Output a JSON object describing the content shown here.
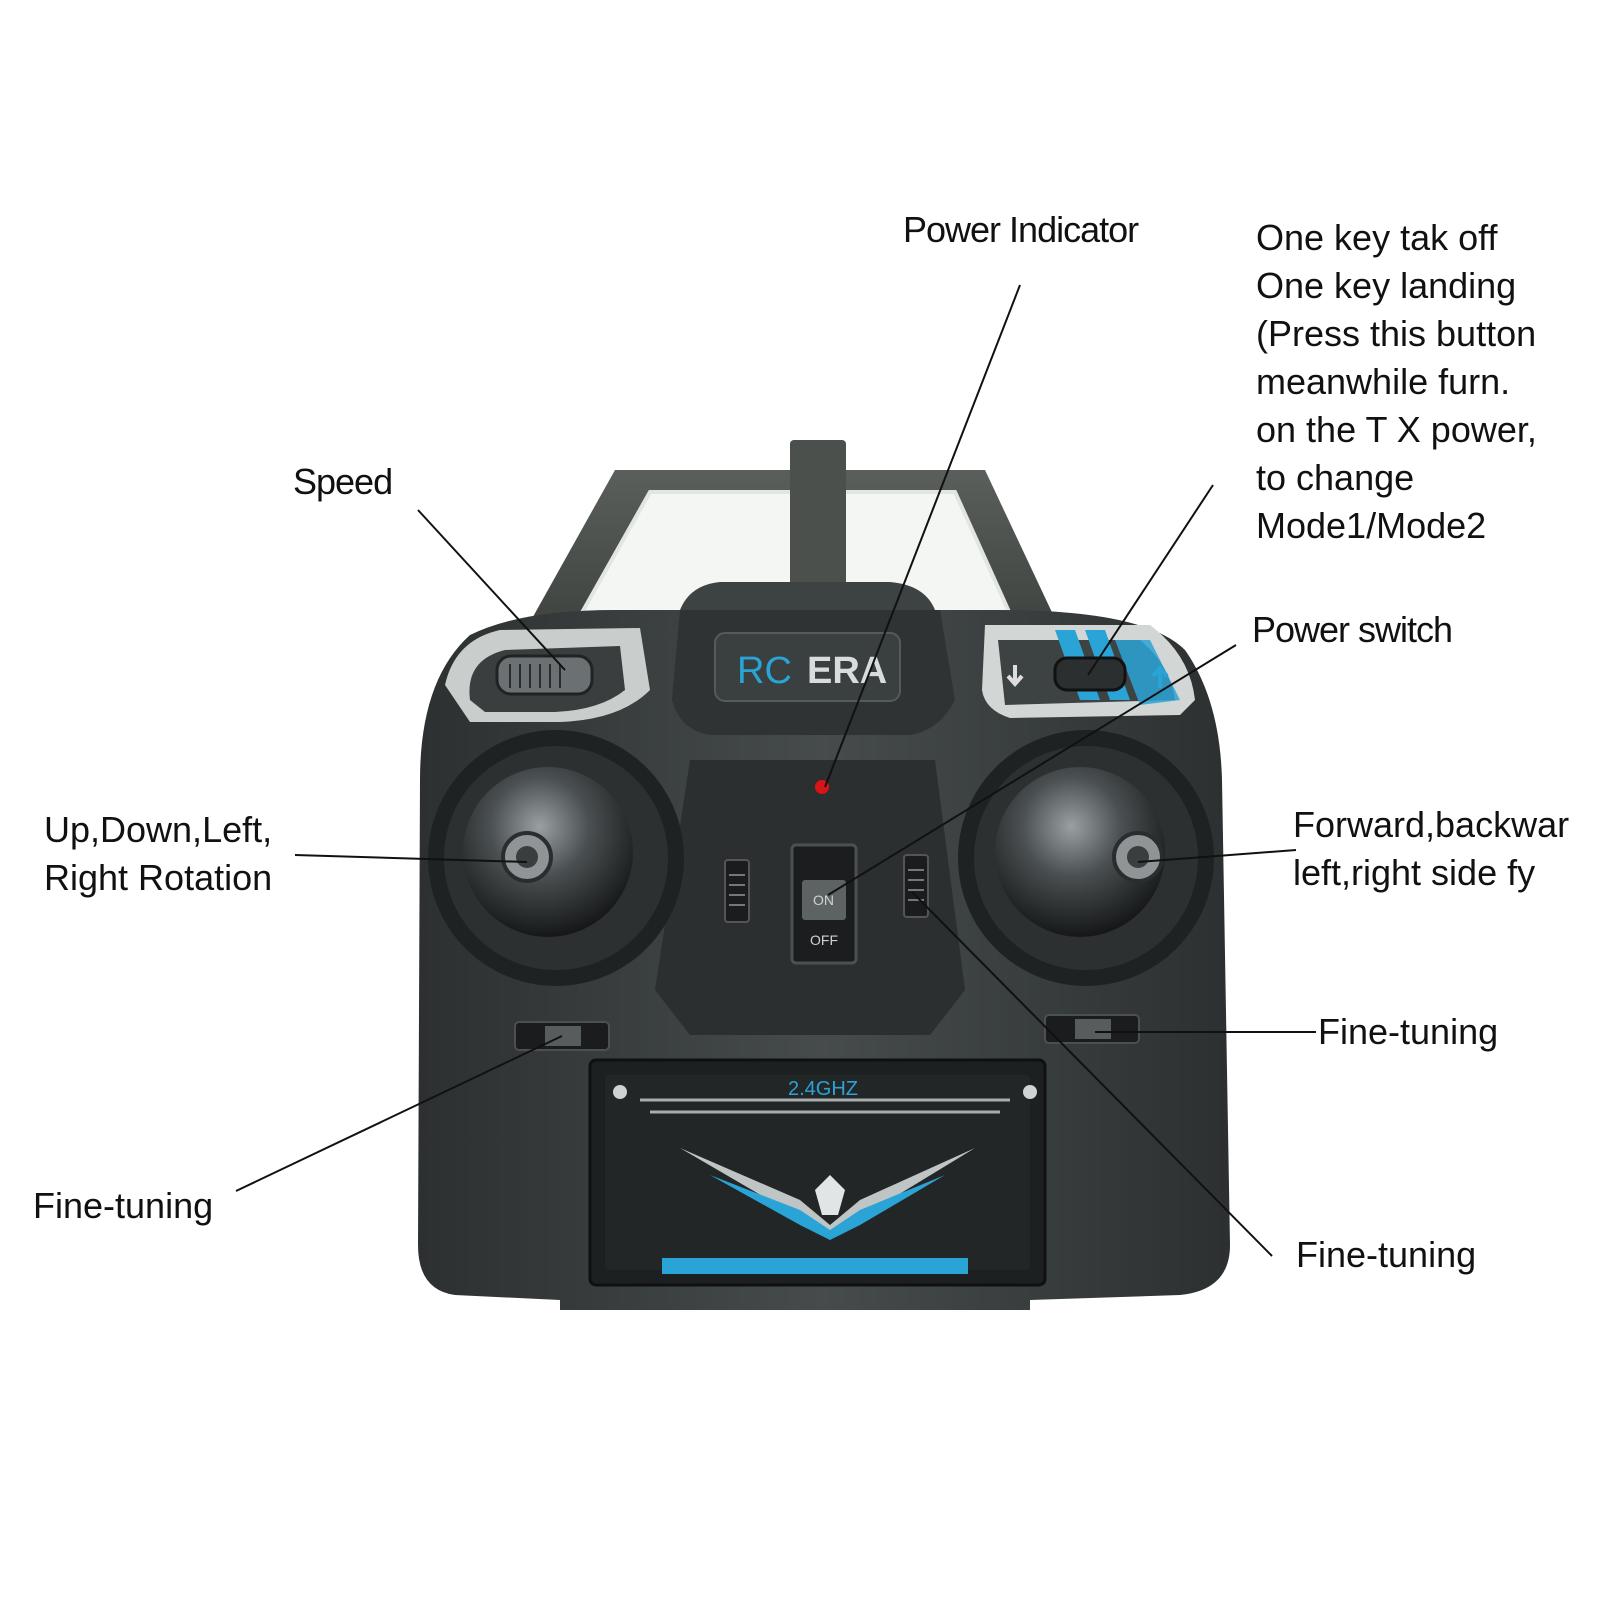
{
  "device": {
    "brand_left": "RC",
    "brand_right": "ERA",
    "frequency": "2.4GHZ",
    "switch_on": "ON",
    "switch_off": "OFF",
    "colors": {
      "body": "#3b3f40",
      "body_dark": "#26292a",
      "handle": "#4a4f4c",
      "accent": "#2aa3d6",
      "indicator": "#d8141a",
      "panel": "#1e2122"
    }
  },
  "labels": {
    "power_indicator": "Power Indicator",
    "one_key": [
      "One key tak off",
      "One key landing",
      "(Press this button",
      "meanwhile furn.",
      "on the T X power,",
      "to change",
      "Mode1/Mode2"
    ],
    "speed": "Speed",
    "power_switch": "Power switch",
    "left_stick": [
      "Up,Down,Left,",
      "Right Rotation"
    ],
    "right_stick": [
      "Forward,backwar",
      "left,right side fy"
    ],
    "fine_tuning_right": "Fine-tuning",
    "fine_tuning_left": "Fine-tuning",
    "fine_tuning_bottom": "Fine-tuning"
  }
}
